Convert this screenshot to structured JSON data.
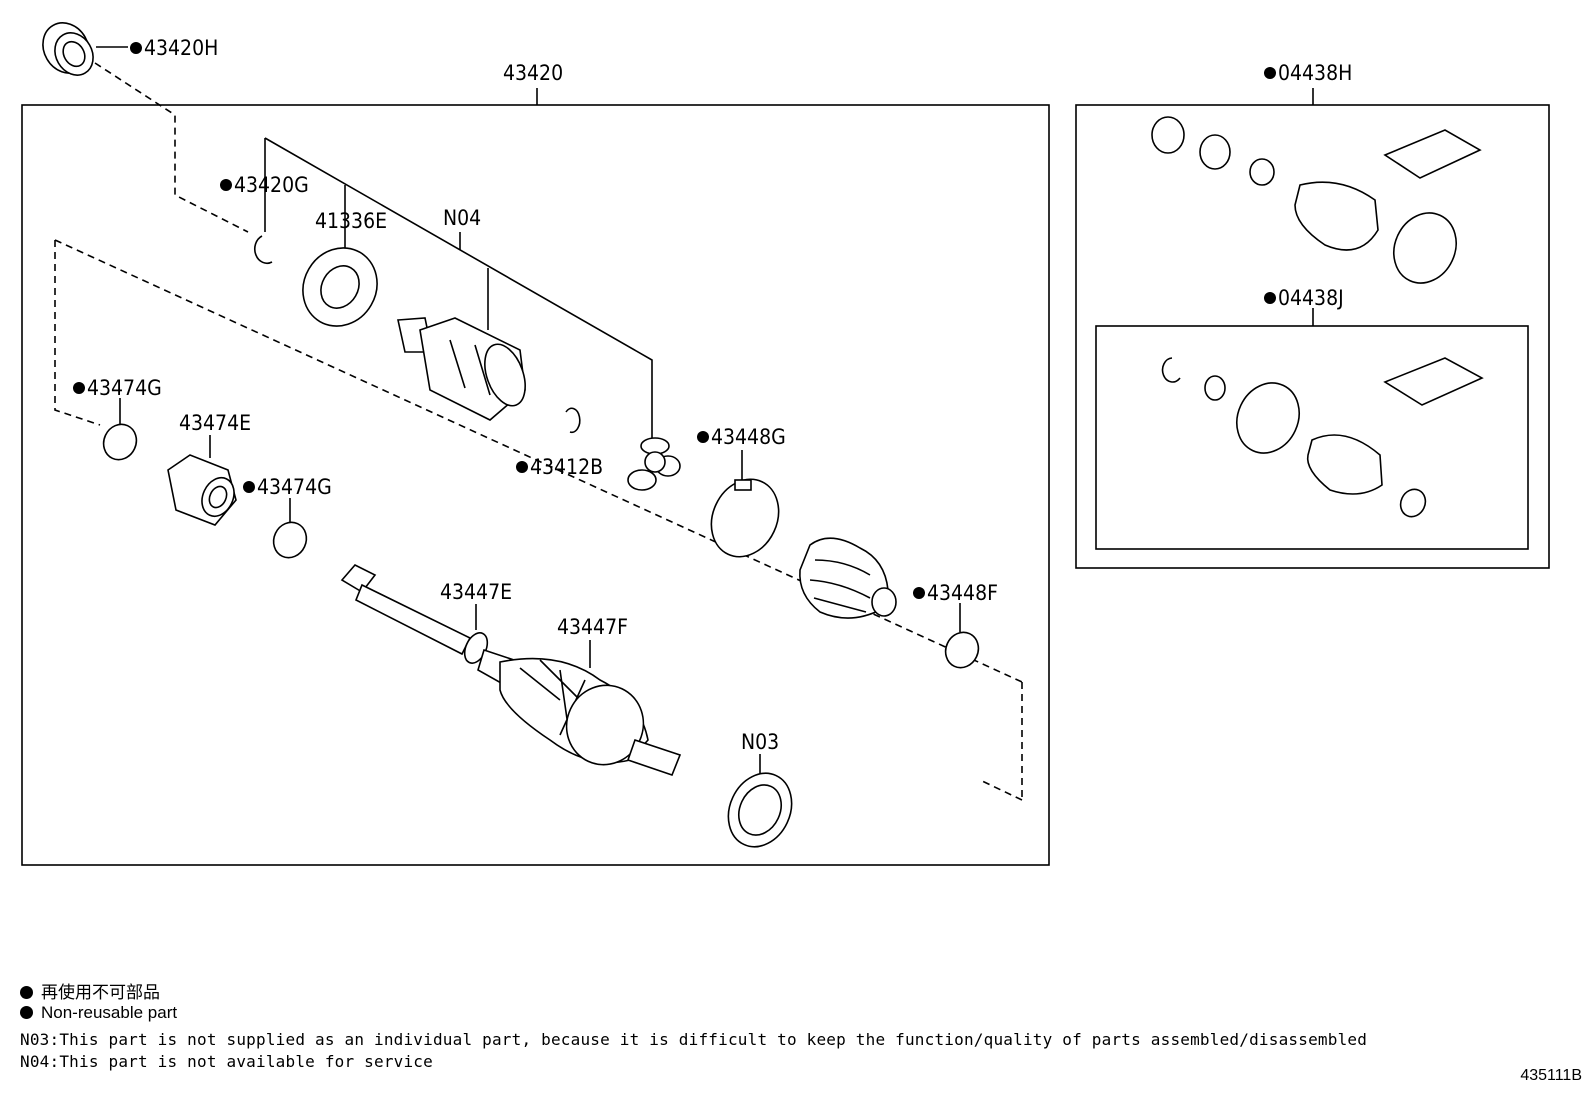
{
  "labels": {
    "p43420": "43420",
    "p43420H": "43420H",
    "p43420G": "43420G",
    "p41336E": "41336E",
    "pN04": "N04",
    "p43474G_a": "43474G",
    "p43474E": "43474E",
    "p43474G_b": "43474G",
    "p43412B": "43412B",
    "p43448G": "43448G",
    "p43447E": "43447E",
    "p43447F": "43447F",
    "p43448F": "43448F",
    "pN03": "N03",
    "p04438H": "04438H",
    "p04438J": "04438J"
  },
  "legend": {
    "jp": "再使用不可部品",
    "en": "Non-reusable part"
  },
  "notes": {
    "n03": "N03:This part is not supplied as an individual part, because it is difficult to keep the function/quality of parts assembled/disassembled",
    "n04": "N04:This part is not available for service"
  },
  "illustration_code": "435111B"
}
